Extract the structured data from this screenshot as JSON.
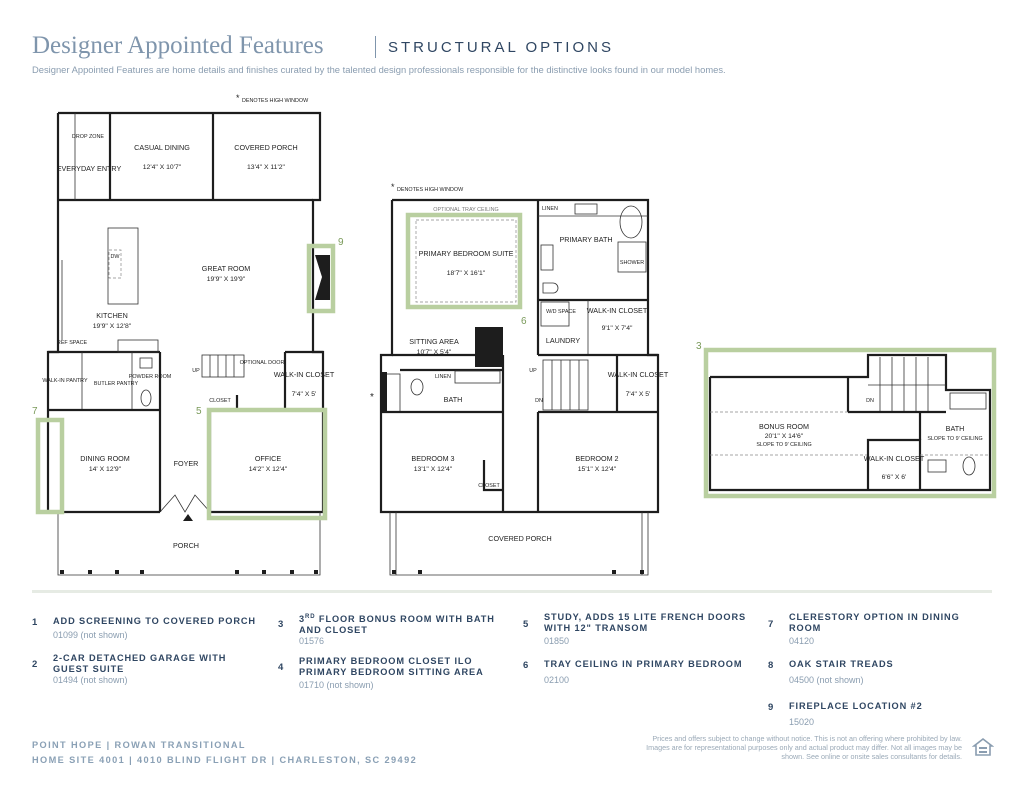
{
  "header": {
    "title": "Designer Appointed Features",
    "subtitle": "STRUCTURAL OPTIONS",
    "intro": "Designer Appointed Features are home details and finishes curated by the talented design professionals responsible for the distinctive looks found in our model homes."
  },
  "plans": {
    "high_window_note_1": "DENOTES HIGH WINDOW",
    "high_window_note_2": "DENOTES HIGH WINDOW",
    "first_floor": {
      "drop_zone": "DROP ZONE",
      "everyday_entry": "EVERYDAY ENTRY",
      "casual_dining": {
        "name": "CASUAL DINING",
        "dim": "12'4\" X 10'7\""
      },
      "covered_porch": {
        "name": "COVERED PORCH",
        "dim": "13'4\" X 11'2\""
      },
      "great_room": {
        "name": "GREAT ROOM",
        "dim": "19'9\" X 19'9\""
      },
      "kitchen": {
        "name": "KITCHEN",
        "dim": "19'9\" X 12'8\""
      },
      "dw": "DW",
      "ref_space": "REF SPACE",
      "walk_in_pantry": "WALK-IN PANTRY",
      "butler_pantry": "BUTLER PANTRY",
      "powder_room": "POWDER ROOM",
      "up": "UP",
      "optional_door": "OPTIONAL DOOR",
      "closet": "CLOSET",
      "walk_in_closet": {
        "name": "WALK-IN CLOSET",
        "dim": "7'4\" X 5'"
      },
      "dining_room": {
        "name": "DINING ROOM",
        "dim": "14' X 12'9\""
      },
      "foyer": "FOYER",
      "office": {
        "name": "OFFICE",
        "dim": "14'2\" X 12'4\""
      },
      "porch": "PORCH"
    },
    "second_floor": {
      "optional_tray_ceiling": "OPTIONAL TRAY CEILING",
      "linen_1": "LINEN",
      "primary_suite": {
        "name": "PRIMARY BEDROOM SUITE",
        "dim": "18'7\" X 16'1\""
      },
      "primary_bath": "PRIMARY BATH",
      "shower": "SHOWER",
      "wd_space": "W/D SPACE",
      "walk_in_closet_primary": {
        "name": "WALK-IN CLOSET",
        "dim": "9'1\" X 7'4\""
      },
      "laundry": "LAUNDRY",
      "sitting_area": {
        "name": "SITTING AREA",
        "dim": "10'7\" X 5'4\""
      },
      "linen_2": "LINEN",
      "bath": "BATH",
      "up": "UP",
      "dn": "DN",
      "walk_in_closet_2": {
        "name": "WALK-IN CLOSET",
        "dim": "7'4\" X 5'"
      },
      "bedroom_3": {
        "name": "BEDROOM 3",
        "dim": "13'1\" X 12'4\""
      },
      "closet": "CLOSET",
      "bedroom_2": {
        "name": "BEDROOM 2",
        "dim": "15'1\" X 12'4\""
      },
      "covered_porch": "COVERED PORCH"
    },
    "third_floor": {
      "dn": "DN",
      "bonus_room": {
        "name": "BONUS ROOM",
        "dim": "20'1\" X 14'6\"",
        "note": "SLOPE TO 9' CEILING"
      },
      "bath": {
        "name": "BATH",
        "note": "SLOPE TO 9' CEILING"
      },
      "walk_in_closet": {
        "name": "WALK-IN CLOSET",
        "dim": "6'6\" X 6'"
      }
    },
    "markers": {
      "m3": "3",
      "m5": "5",
      "m6": "6",
      "m7": "7",
      "m9": "9"
    },
    "asterisk": "*"
  },
  "options": [
    {
      "num": "1",
      "title": "ADD SCREENING TO COVERED PORCH",
      "code": "01099 (not shown)"
    },
    {
      "num": "2",
      "title": "2-CAR DETACHED GARAGE WITH GUEST SUITE",
      "code": "01494 (not shown)"
    },
    {
      "num": "3",
      "title_sup": "RD",
      "title_pre": "3",
      "title": " FLOOR BONUS ROOM WITH BATH AND CLOSET",
      "code": "01576"
    },
    {
      "num": "4",
      "title": "PRIMARY BEDROOM CLOSET ILO PRIMARY BEDROOM SITTING AREA",
      "code": "01710 (not shown)"
    },
    {
      "num": "5",
      "title": "STUDY, ADDS 15 LITE FRENCH DOORS WITH 12\" TRANSOM",
      "code": "01850"
    },
    {
      "num": "6",
      "title": "TRAY CEILING IN PRIMARY BEDROOM",
      "code": "02100"
    },
    {
      "num": "7",
      "title": "CLERESTORY OPTION IN DINING ROOM",
      "code": "04120"
    },
    {
      "num": "8",
      "title": "OAK STAIR TREADS",
      "code": "04500 (not shown)"
    },
    {
      "num": "9",
      "title": "FIREPLACE LOCATION #2",
      "code": "15020"
    }
  ],
  "footer": {
    "line1": "POINT HOPE  |  ROWAN TRANSITIONAL",
    "line2": "HOME SITE 4001  |  4010 BLIND FLIGHT DR  |  CHARLESTON, SC 29492",
    "disclaimer": "Prices and offers subject to change without notice. This is not an offering where prohibited by law. Images are for representational purposes only and actual product may differ. Not all images may be shown. See online or onsite sales consultants for details.",
    "eho_icon": "equal-housing-opportunity-icon"
  }
}
